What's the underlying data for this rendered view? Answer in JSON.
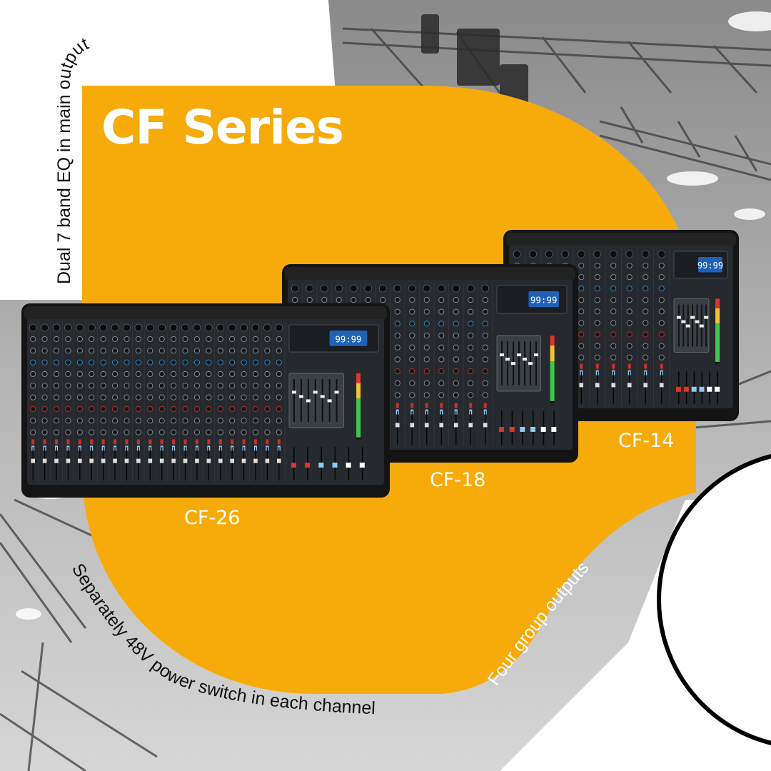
{
  "title": "CF Series",
  "models": [
    "CF-26",
    "CF-18",
    "CF-14"
  ],
  "features": {
    "eq": "Dual 7 band EQ in main output",
    "group": "Four group outputs",
    "phantom": "Separately 48V power switch in each channel"
  },
  "mixer_displays": [
    "99:99",
    "99:99",
    "99:99"
  ],
  "colors": {
    "accent": "#f7ab0a",
    "background": "#ffffff",
    "text_on_accent": "#ffffff",
    "ring": "#000000"
  }
}
